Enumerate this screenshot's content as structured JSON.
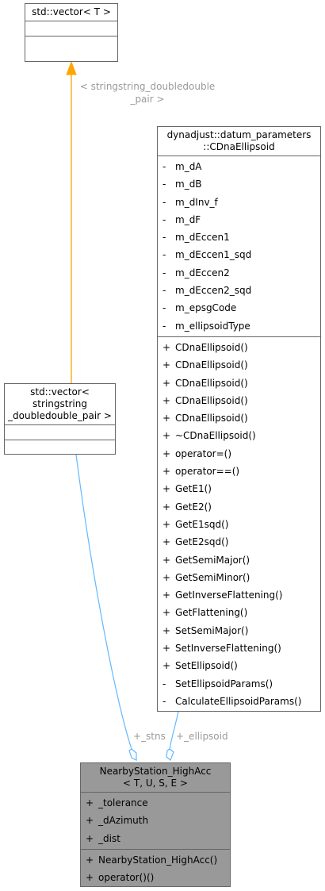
{
  "classes": {
    "vector_t": {
      "title_lines": [
        "std::vector< T >"
      ]
    },
    "vector_pair": {
      "title_lines": [
        "std::vector< stringstring",
        "_doubledouble_pair >"
      ]
    },
    "ellipsoid": {
      "title_lines": [
        "dynadjust::datum_parameters",
        "::CDnaEllipsoid"
      ],
      "attributes": [
        {
          "vis": "-",
          "name": "m_dA"
        },
        {
          "vis": "-",
          "name": "m_dB"
        },
        {
          "vis": "-",
          "name": "m_dInv_f"
        },
        {
          "vis": "-",
          "name": "m_dF"
        },
        {
          "vis": "-",
          "name": "m_dEccen1"
        },
        {
          "vis": "-",
          "name": "m_dEccen1_sqd"
        },
        {
          "vis": "-",
          "name": "m_dEccen2"
        },
        {
          "vis": "-",
          "name": "m_dEccen2_sqd"
        },
        {
          "vis": "-",
          "name": "m_epsgCode"
        },
        {
          "vis": "-",
          "name": "m_ellipsoidType"
        }
      ],
      "methods": [
        {
          "vis": "+",
          "name": "CDnaEllipsoid()"
        },
        {
          "vis": "+",
          "name": "CDnaEllipsoid()"
        },
        {
          "vis": "+",
          "name": "CDnaEllipsoid()"
        },
        {
          "vis": "+",
          "name": "CDnaEllipsoid()"
        },
        {
          "vis": "+",
          "name": "CDnaEllipsoid()"
        },
        {
          "vis": "+",
          "name": "~CDnaEllipsoid()"
        },
        {
          "vis": "+",
          "name": "operator=()"
        },
        {
          "vis": "+",
          "name": "operator==()"
        },
        {
          "vis": "+",
          "name": "GetE1()"
        },
        {
          "vis": "+",
          "name": "GetE2()"
        },
        {
          "vis": "+",
          "name": "GetE1sqd()"
        },
        {
          "vis": "+",
          "name": "GetE2sqd()"
        },
        {
          "vis": "+",
          "name": "GetSemiMajor()"
        },
        {
          "vis": "+",
          "name": "GetSemiMinor()"
        },
        {
          "vis": "+",
          "name": "GetInverseFlattening()"
        },
        {
          "vis": "+",
          "name": "GetFlattening()"
        },
        {
          "vis": "+",
          "name": "SetSemiMajor()"
        },
        {
          "vis": "+",
          "name": "SetInverseFlattening()"
        },
        {
          "vis": "+",
          "name": "SetEllipsoid()"
        },
        {
          "vis": "-",
          "name": "SetEllipsoidParams()"
        },
        {
          "vis": "-",
          "name": "CalculateEllipsoidParams()"
        }
      ]
    },
    "nearby": {
      "title_lines": [
        "NearbyStation_HighAcc",
        "< T, U, S, E >"
      ],
      "attributes": [
        {
          "vis": "+",
          "name": "_tolerance"
        },
        {
          "vis": "+",
          "name": "_dAzimuth"
        },
        {
          "vis": "+",
          "name": "_dist"
        }
      ],
      "methods": [
        {
          "vis": "+",
          "name": "NearbyStation_HighAcc()"
        },
        {
          "vis": "+",
          "name": "operator()()"
        }
      ]
    }
  },
  "edge_labels": {
    "template_binding_lines": [
      "< stringstring_doubledouble",
      "_pair >"
    ],
    "stns": "+_stns",
    "ellipsoid": "+_ellipsoid"
  },
  "colors": {
    "template_edge": "#FFA500",
    "composition_edge": "#63B8FF",
    "highlight_fill": "#999999",
    "border": "#666666",
    "label": "#9A9A9A"
  }
}
